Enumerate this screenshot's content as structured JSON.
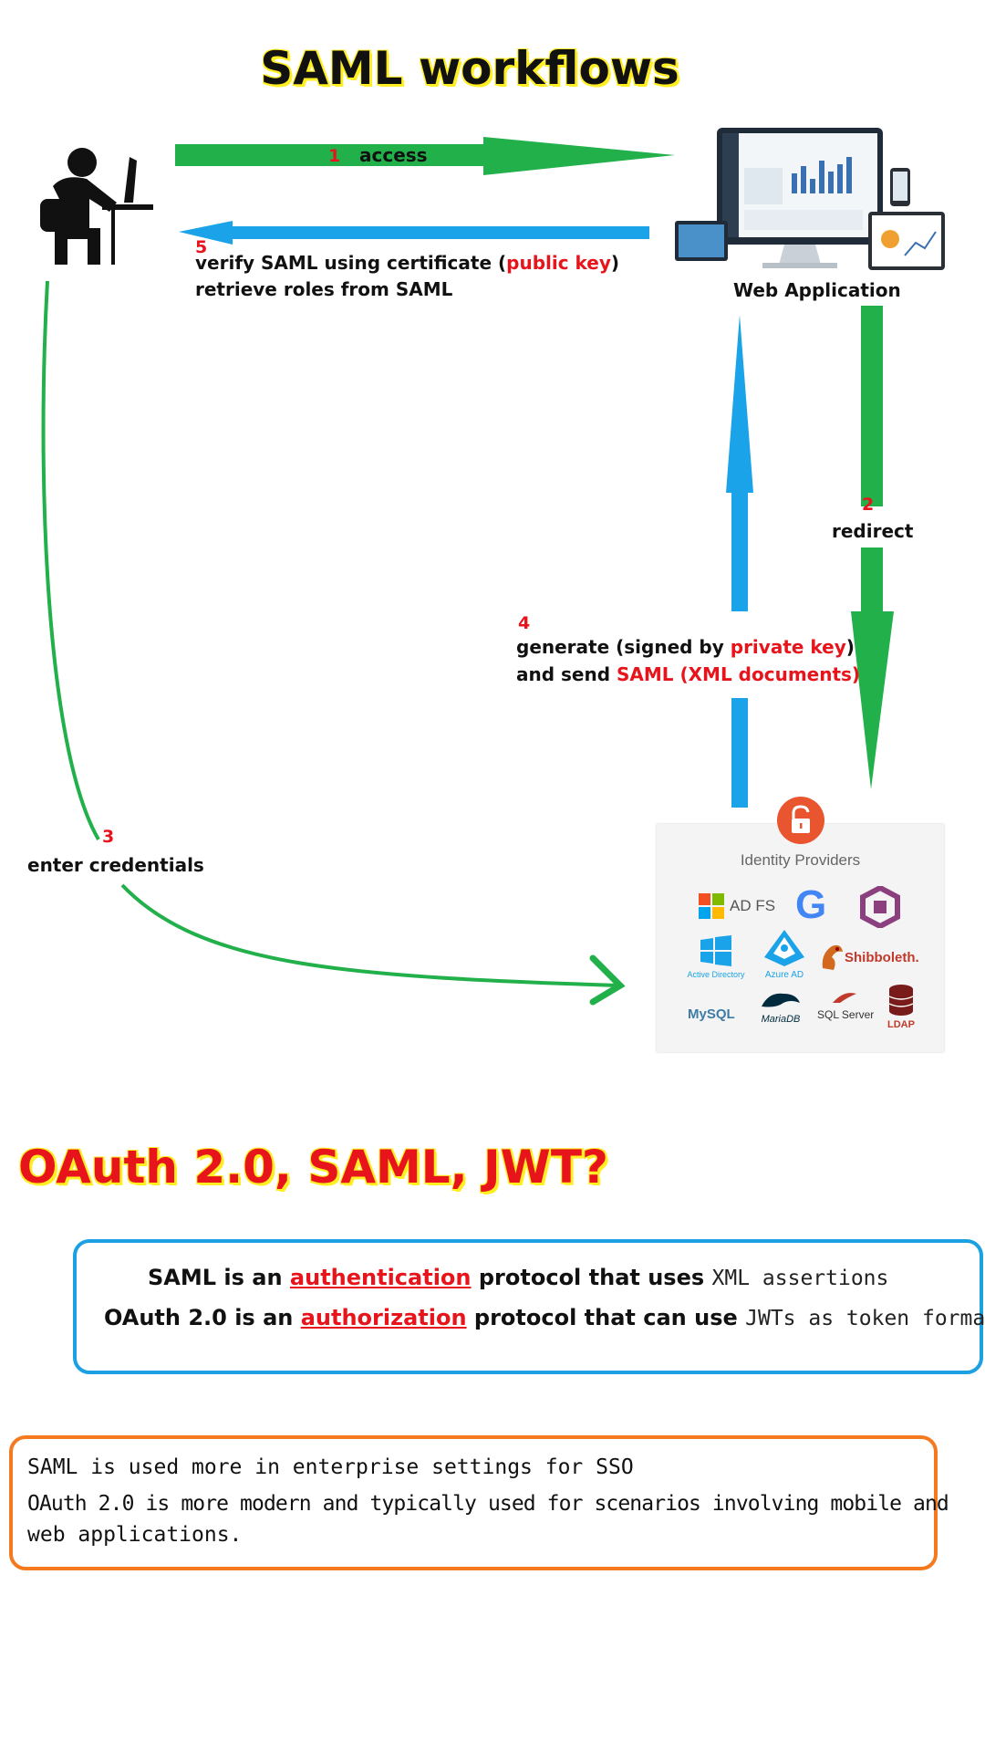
{
  "title": "SAML workflows",
  "colors": {
    "green": "#22b04b",
    "blue": "#1aa3e8",
    "red": "#e8141b",
    "yellow_glow": "#ffee22",
    "orange": "#f4791f"
  },
  "steps": {
    "s1": {
      "num": "1",
      "label": "access"
    },
    "s2": {
      "num": "2",
      "label": "redirect"
    },
    "s3": {
      "num": "3",
      "label": "enter credentials"
    },
    "s4": {
      "num": "4",
      "line1_a": "generate  (signed by ",
      "line1_key": "private key",
      "line1_b": ")",
      "line2_a": "and send ",
      "line2_saml": "SAML (XML documents)"
    },
    "s5": {
      "num": "5",
      "line1_a": "verify SAML using certificate (",
      "line1_key": "public key",
      "line1_b": ")",
      "line2": "retrieve roles from SAML"
    }
  },
  "nodes": {
    "user_icon": "user-at-computer-icon",
    "web_app": {
      "label": "Web Application",
      "icon": "web-dashboard-icon"
    },
    "idp": {
      "title": "Identity Providers",
      "lock_icon": "lock-icon",
      "logos": {
        "adfs": "AD FS",
        "google": "G",
        "active_directory": "Active Directory",
        "azure_ad": "Azure AD",
        "shibboleth": "Shibboleth.",
        "mysql": "MySQL",
        "mariadb": "MariaDB",
        "sqlserver": "SQL Server",
        "ldap": "LDAP"
      }
    }
  },
  "oauth_title": "OAuth 2.0, SAML, JWT?",
  "compare_box": {
    "line1_a": "SAML is an ",
    "line1_u": "authentication",
    "line1_b": " protocol that uses ",
    "line1_c": "XML assertions",
    "line2_a": "OAuth 2.0 is an ",
    "line2_u": "authorization",
    "line2_b": " protocol that can use ",
    "line2_c": "JWTs as token formats"
  },
  "usage_box": {
    "line1": "SAML is used more in enterprise settings for SSO",
    "line2": "OAuth 2.0 is more modern and typically used for scenarios involving mobile and",
    "line3": "web applications."
  }
}
